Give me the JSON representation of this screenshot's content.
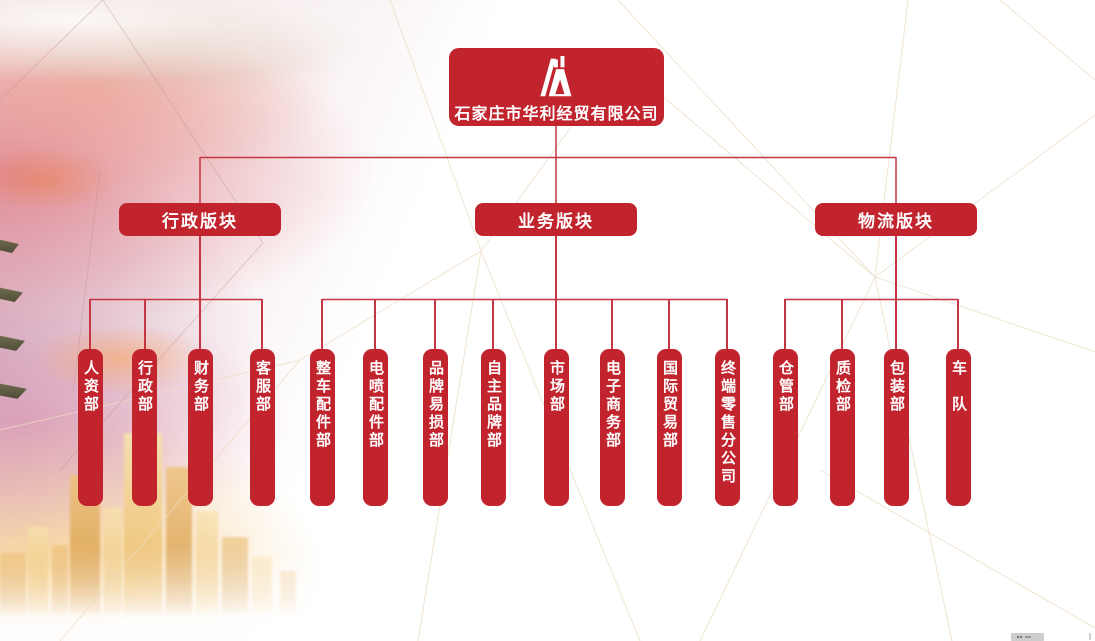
{
  "company": {
    "name": "石家庄市华利经贸有限公司",
    "logo_icon": "huali-mountain-logo"
  },
  "branches": [
    {
      "label": "行政版块",
      "children": [
        "人资部",
        "行政部",
        "财务部",
        "客服部"
      ]
    },
    {
      "label": "业务版块",
      "children": [
        "整车配件部",
        "电喷配件部",
        "品牌易损部",
        "自主品牌部",
        "市场部",
        "电子商务部",
        "国际贸易部",
        "终端零售分公司"
      ]
    },
    {
      "label": "物流版块",
      "children": [
        "仓管部",
        "质检部",
        "包装部",
        "车　队"
      ]
    }
  ],
  "colors": {
    "node_red": "#c2242e",
    "line_red": "#c43641",
    "text": "#ffffff"
  }
}
